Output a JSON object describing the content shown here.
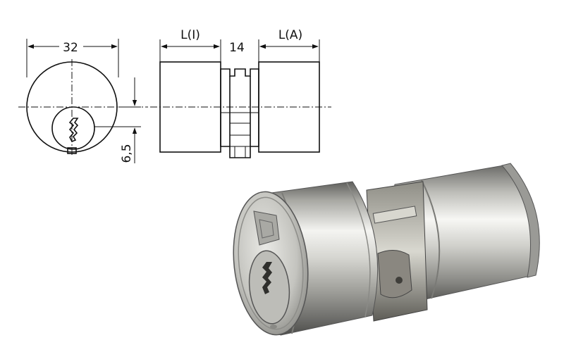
{
  "dimensions": {
    "diameter": "32",
    "offset": "6,5",
    "inner_length": "L(I)",
    "center_width": "14",
    "outer_length": "L(A)"
  },
  "colors": {
    "line": "#111111",
    "metal_light": "#eeeeea",
    "metal_dark": "#6f6f6c",
    "background": "#ffffff"
  }
}
